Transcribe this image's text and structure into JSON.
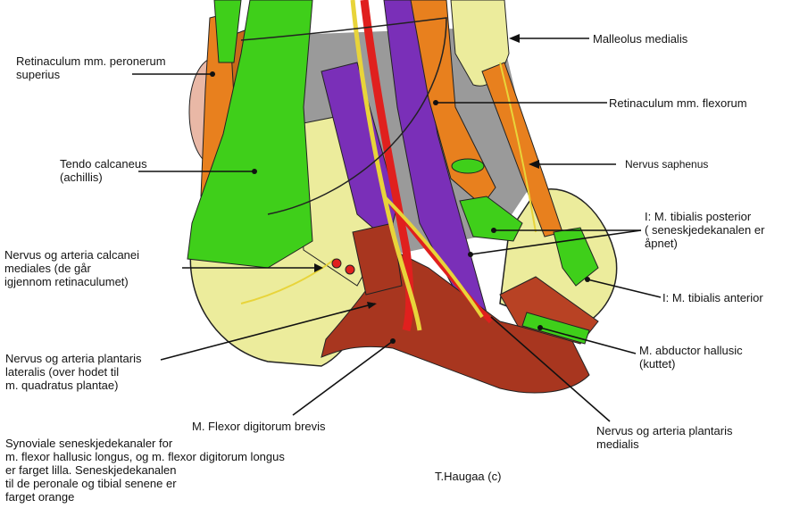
{
  "labels": {
    "malleolus_medialis": "Malleolus medialis",
    "retinaculum_peroneum": "Retinaculum mm. peronerum\nsuperius",
    "retinaculum_flexorum": "Retinaculum mm. flexorum",
    "tendo_calcaneus": "Tendo calcaneus\n(achillis)",
    "nervus_saphenus": "Nervus saphenus",
    "tibialis_posterior": "I: M. tibialis posterior\n( seneskjedekanalen er\nåpnet)",
    "nervus_calcanei": "Nervus og arteria calcanei\nmediales (de går\nigjennom retinaculumet)",
    "tibialis_anterior": "I: M. tibialis anterior",
    "abductor_hallucis": "M. abductor hallusic\n(kuttet)",
    "plantaris_lateralis": "Nervus og arteria plantaris\nlateralis (over hodet til\nm. quadratus plantae)",
    "flexor_digitorum_brevis": "M. Flexor digitorum brevis",
    "plantaris_medialis": "Nervus og arteria plantaris\nmedialis"
  },
  "note": "Synoviale seneskjedekanaler for\nm. flexor hallusic longus, og m. flexor digitorum longus\ner farget lilla. Seneskjedekanalen\ntil de peronale og tibial senene er\nfarget orange",
  "credit": "T.Haugaa (c)",
  "colors": {
    "bone": "#ecec9c",
    "tendon_green": "#3fcf1a",
    "synovial_purple": "#7a2fb8",
    "sheath_orange": "#e8801e",
    "muscle_red": "#a8361f",
    "artery_red": "#e0201e",
    "nerve_yellow": "#e8d43a",
    "grey_tissue": "#9a9a9a"
  }
}
